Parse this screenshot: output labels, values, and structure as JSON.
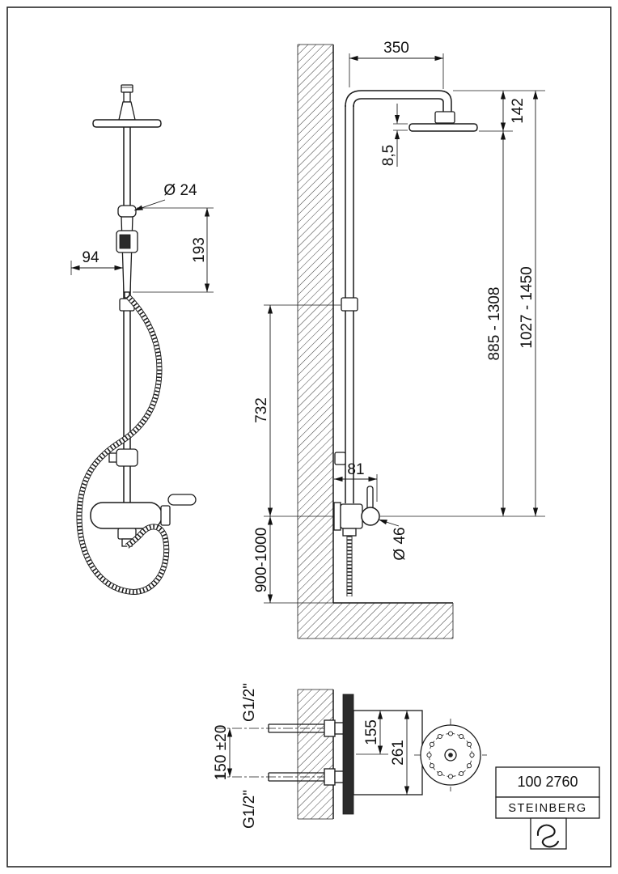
{
  "drawing": {
    "background": "#ffffff",
    "line_color": "#1a1a1a",
    "type": "technical-dimension-drawing"
  },
  "views": {
    "front": {
      "dim_diameter": "Ø 24",
      "dim_offset": "94",
      "dim_handshower_length": "193"
    },
    "side": {
      "dim_top_reach": "350",
      "dim_head_drop": "142",
      "dim_head_thickness": "8,5",
      "dim_head_min_max": "885 - 1308",
      "dim_total_min_max": "1027 - 1450",
      "dim_riser": "732",
      "dim_outlet_depth": "81",
      "dim_knob_diameter": "Ø 46",
      "dim_mixer_height": "900-1000"
    },
    "connection": {
      "thread_top": "G1/2\"",
      "thread_bottom": "G1/2\"",
      "dim_spacing": "150 ±20",
      "dim_body_height": "155",
      "dim_total_height": "261"
    }
  },
  "title_block": {
    "product_code": "100 2760",
    "brand": "STEINBERG"
  }
}
